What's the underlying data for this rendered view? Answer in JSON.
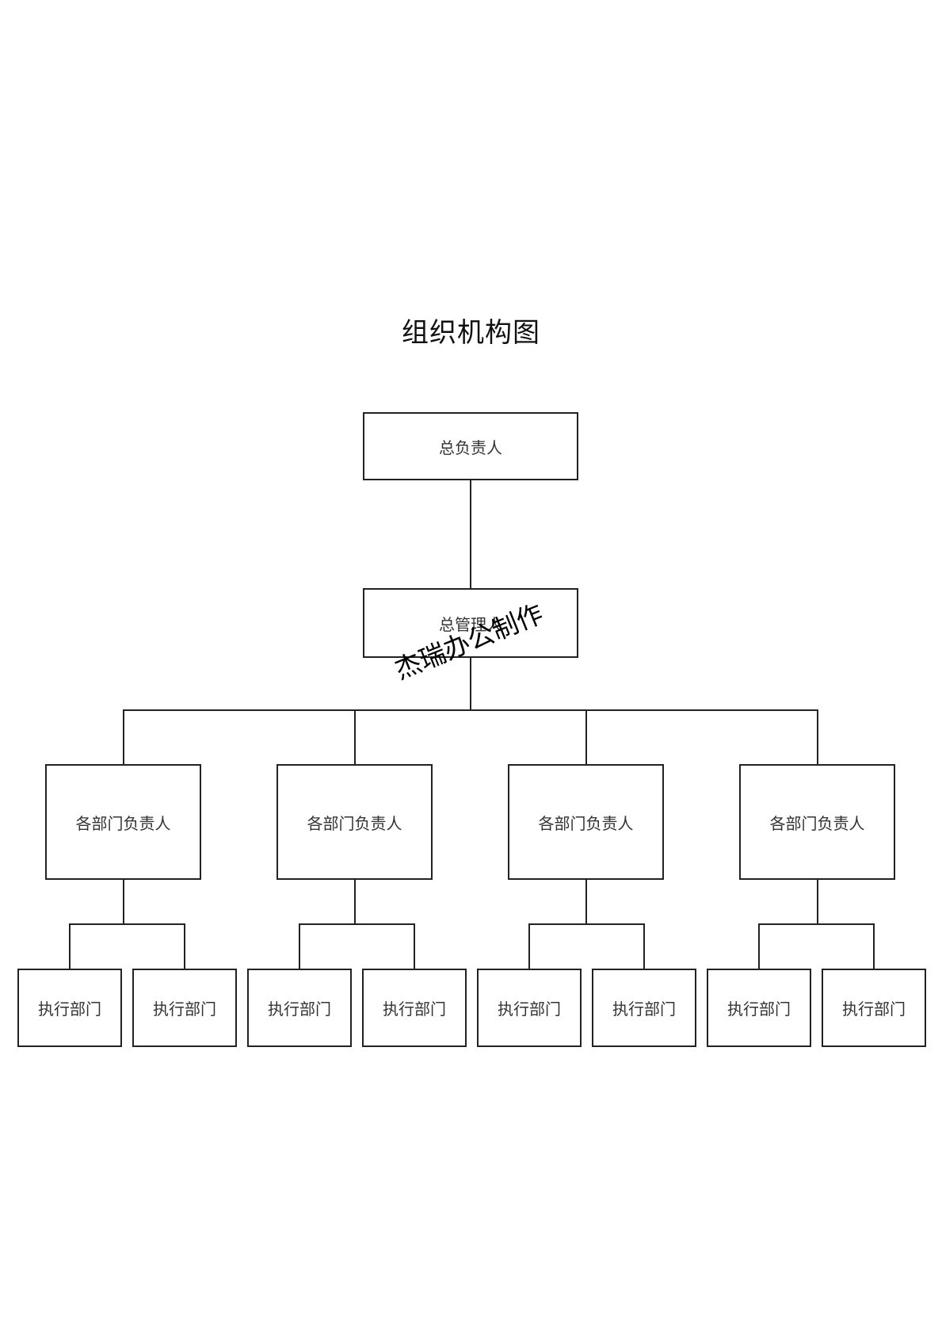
{
  "title": "组织机构图",
  "chart": {
    "root": {
      "label": "总负责人",
      "child": {
        "label": "总管理人",
        "departments": [
          {
            "label": "各部门负责人",
            "units": [
              "执行部门",
              "执行部门"
            ]
          },
          {
            "label": "各部门负责人",
            "units": [
              "执行部门",
              "执行部门"
            ]
          },
          {
            "label": "各部门负责人",
            "units": [
              "执行部门",
              "执行部门"
            ]
          },
          {
            "label": "各部门负责人",
            "units": [
              "执行部门",
              "执行部门"
            ]
          }
        ]
      }
    }
  },
  "watermark": "杰瑞办公制作"
}
